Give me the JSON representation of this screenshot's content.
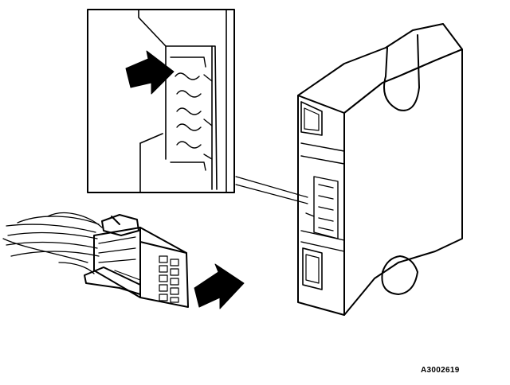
{
  "figure": {
    "reference_code": "A3002619",
    "ink_color": "#000000",
    "paper_color": "#ffffff",
    "icons": [
      "arrow-icon",
      "connector-plug",
      "control-module",
      "detail-inset"
    ]
  }
}
